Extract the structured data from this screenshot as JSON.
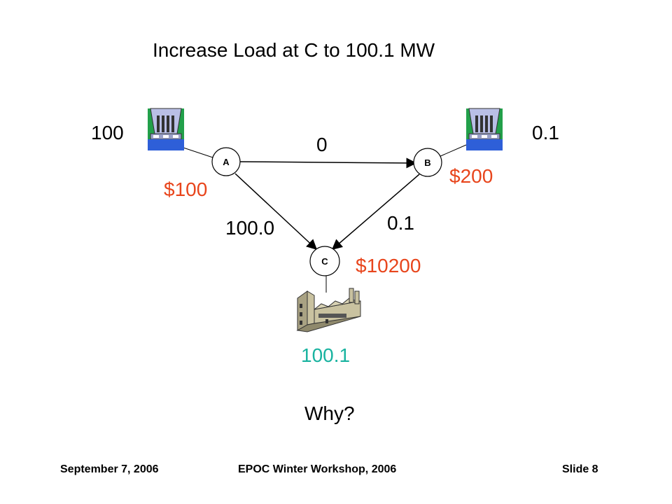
{
  "slide": {
    "title": "Increase Load at C to 100.1 MW",
    "question": "Why?"
  },
  "nodes": {
    "a": "A",
    "b": "B",
    "c": "C"
  },
  "generation": {
    "a": "100",
    "b": "0.1"
  },
  "flows": {
    "a_to_b": "0",
    "a_to_c": "100.0",
    "b_to_c": "0.1"
  },
  "prices": {
    "a": "$100",
    "b": "$200",
    "c": "$10200"
  },
  "load": {
    "c": "100.1"
  },
  "footer": {
    "date": "September 7, 2006",
    "event": "EPOC Winter Workshop, 2006",
    "slide_number": "Slide 8"
  },
  "colors": {
    "price": "#e8451c",
    "load": "#19b3a0",
    "plant_body": "#b9bfe6",
    "plant_base": "#2e5fd8",
    "plant_bg": "#22a04a",
    "factory": "#c9c2a0"
  }
}
